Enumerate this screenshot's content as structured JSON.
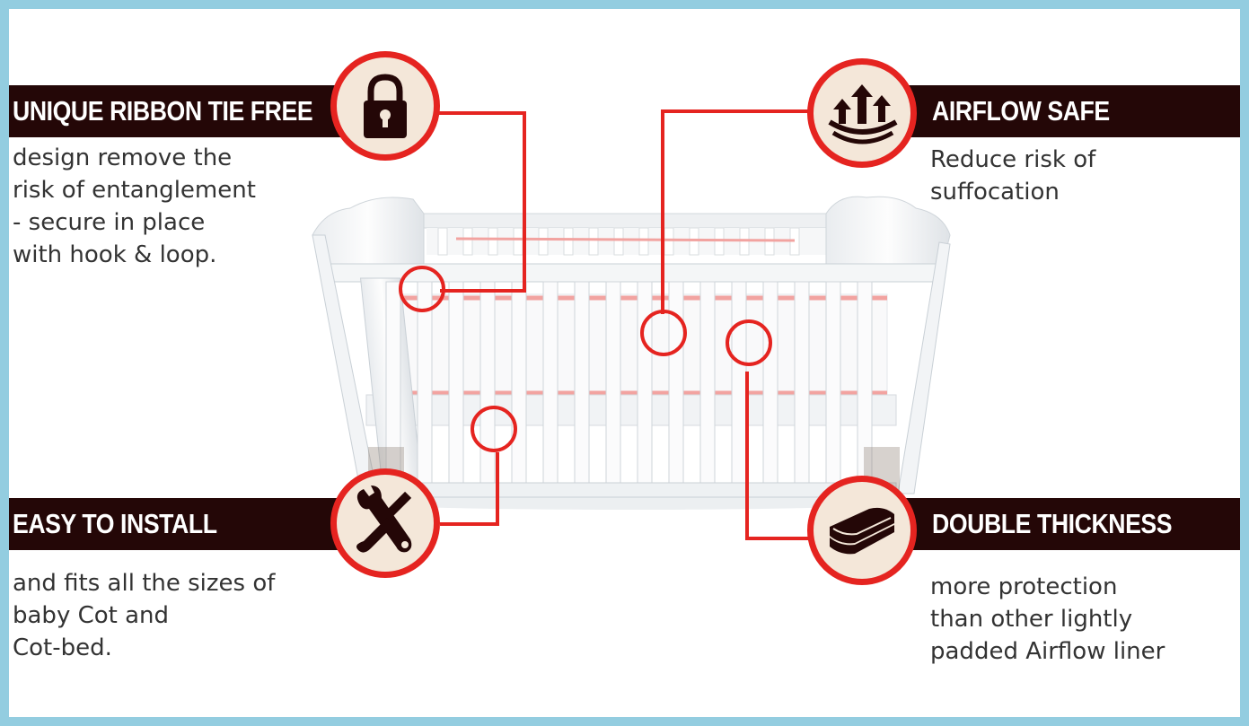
{
  "features": [
    {
      "title": "UNIQUE RIBBON TIE FREE",
      "description": "design remove the\nrisk of entanglement\n- secure in place\nwith hook & loop.",
      "icon": "lock-icon"
    },
    {
      "title": "AIRFLOW SAFE",
      "description": "Reduce risk of\nsuffocation",
      "icon": "airflow-arrows-icon"
    },
    {
      "title": "EASY TO INSTALL",
      "description": "and fits all the sizes of\nbaby Cot and\nCot-bed.",
      "icon": "wrench-screwdriver-icon"
    },
    {
      "title": "DOUBLE THICKNESS",
      "description": "more protection\nthan other lightly\npadded Airflow liner",
      "icon": "padded-layers-icon"
    }
  ],
  "colors": {
    "frame": "#93cde0",
    "banner": "#240707",
    "accent": "#e52420",
    "badge_fill": "#f4e7d9",
    "liner_trim": "#f2a3a0"
  }
}
